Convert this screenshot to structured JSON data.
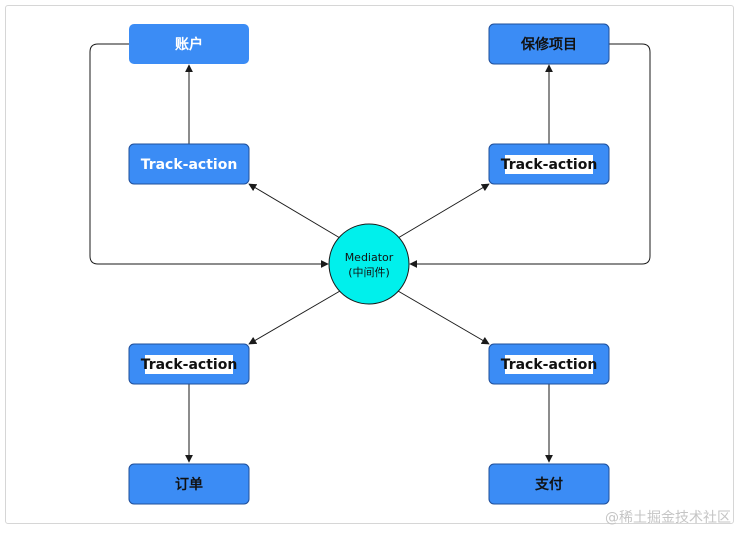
{
  "colors": {
    "node_fill": "#3b8cf5",
    "node_stroke": "#1f4f9a",
    "highlight": "#ffffff",
    "center_fill": "#00f0ec",
    "edge": "#1a1a1a"
  },
  "nodes": {
    "account": "账户",
    "warranty": "保修项目",
    "order": "订单",
    "payment": "支付",
    "track_tl": "Track-action",
    "track_tr": "Track-action",
    "track_bl": "Track-action",
    "track_br": "Track-action"
  },
  "center": {
    "line1": "Mediator",
    "line2": "(中间件)"
  },
  "watermark": "@稀土掘金技术社区"
}
